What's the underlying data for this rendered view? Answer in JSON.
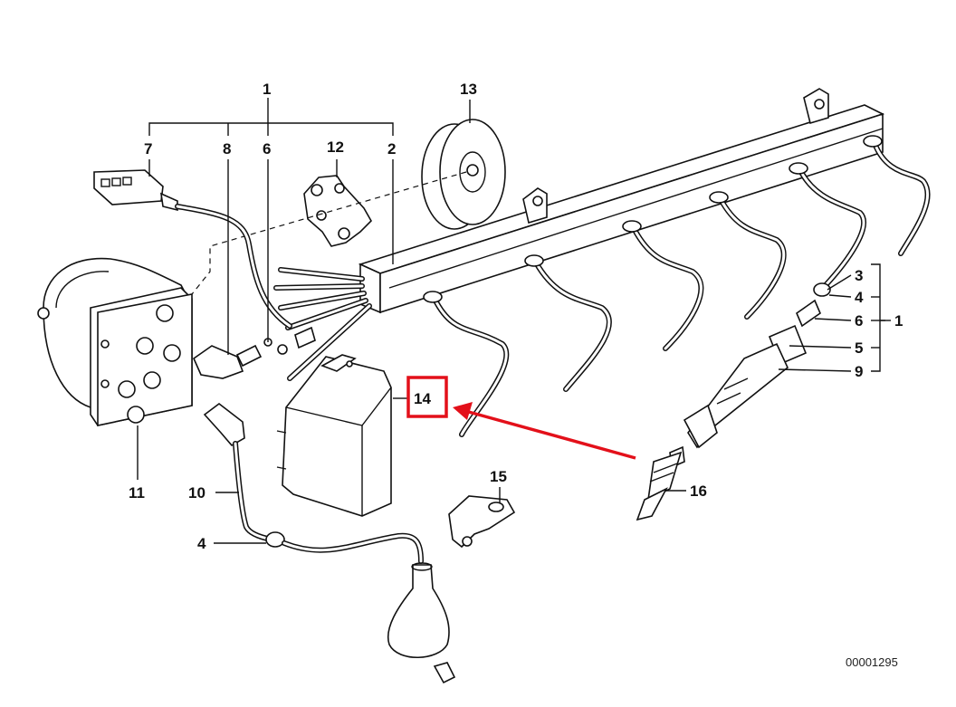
{
  "callouts": {
    "top_1": "1",
    "bracket_7": "7",
    "bracket_8": "8",
    "bracket_6": "6",
    "bracket_2": "2",
    "part_12": "12",
    "part_13": "13",
    "part_11": "11",
    "part_10": "10",
    "part_4_lower": "4",
    "part_15": "15",
    "part_14": "14",
    "part_16": "16",
    "right_3": "3",
    "right_4": "4",
    "right_6": "6",
    "right_5": "5",
    "right_9": "9",
    "right_group_1": "1"
  },
  "catalog_number": "00001295",
  "highlight": {
    "target": "14",
    "color": "#e3101a"
  }
}
